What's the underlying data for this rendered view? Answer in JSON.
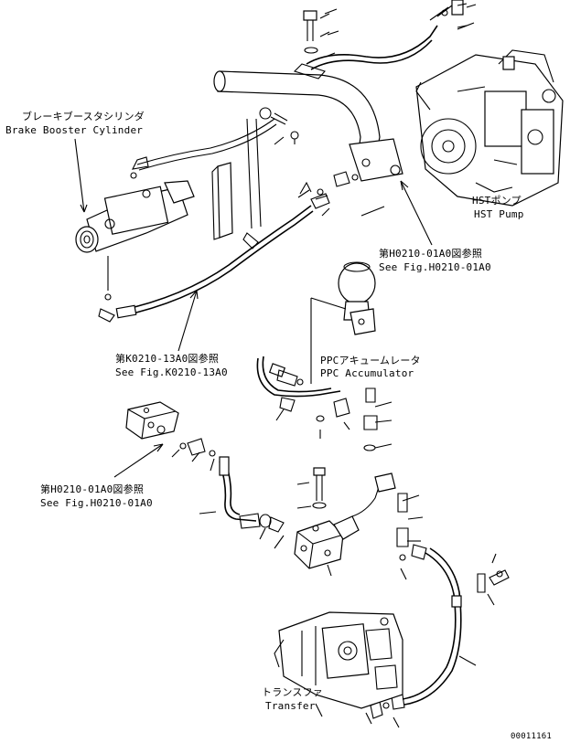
{
  "labels": {
    "brake_booster_jp": "ブレーキブースタシリンダ",
    "brake_booster_en": "Brake Booster Cylinder",
    "hst_pump_jp": "HSTポンプ",
    "hst_pump_en": "HST Pump",
    "ref_h0210_top_jp": "第H0210-01A0図参照",
    "ref_h0210_top_en": "See Fig.H0210-01A0",
    "ppc_accumulator_jp": "PPCアキュームレータ",
    "ppc_accumulator_en": "PPC Accumulator",
    "ref_k0210_jp": "第K0210-13A0図参照",
    "ref_k0210_en": "See Fig.K0210-13A0",
    "ref_h0210_left_jp": "第H0210-01A0図参照",
    "ref_h0210_left_en": "See Fig.H0210-01A0",
    "transfer_jp": "トランスファ",
    "transfer_en": "Transfer",
    "drawing_number": "00011161"
  }
}
